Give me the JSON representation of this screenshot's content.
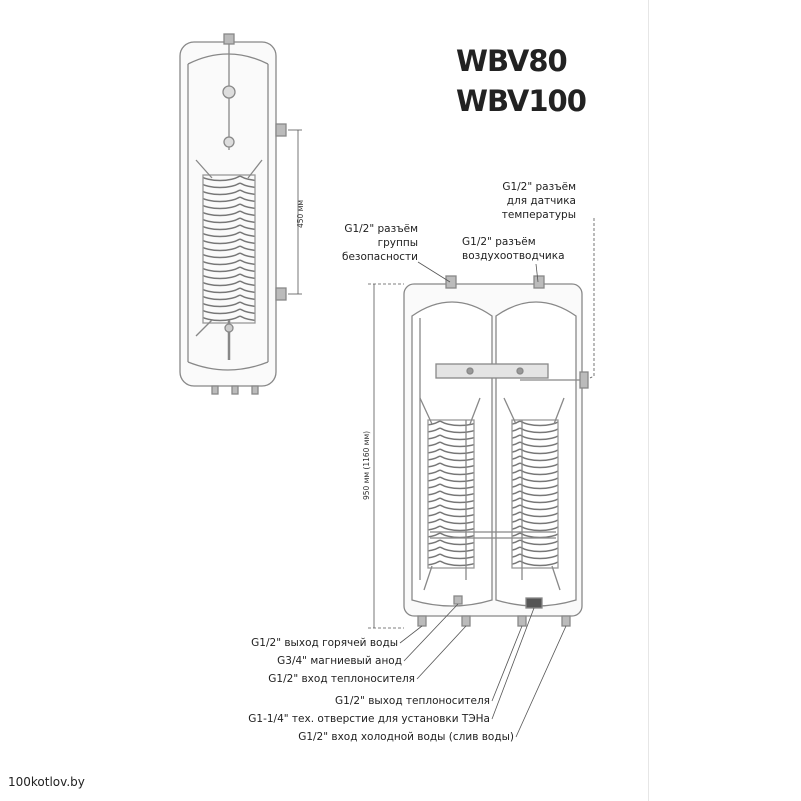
{
  "models": [
    "WBV80",
    "WBV100"
  ],
  "dimensions": {
    "coil_spacing": "450 мм",
    "height": "950 мм (1160 мм)"
  },
  "callouts_top": [
    "G1/2\" разъём\nгруппы\nбезопасности",
    "G1/2\" разъём\nвоздухоотводчика",
    "G1/2\" разъём\nдля датчика\nтемпературы"
  ],
  "callouts_bottom": [
    "G1/2\" выход горячей воды",
    "G3/4\" магниевый анод",
    "G1/2\" вход теплоносителя",
    "G1/2\" выход теплоносителя",
    "G1-1/4\" тех. отверстие для установки ТЭНа",
    "G1/2\" вход холодной воды (слив воды)"
  ],
  "watermark": "100kotlov.by"
}
